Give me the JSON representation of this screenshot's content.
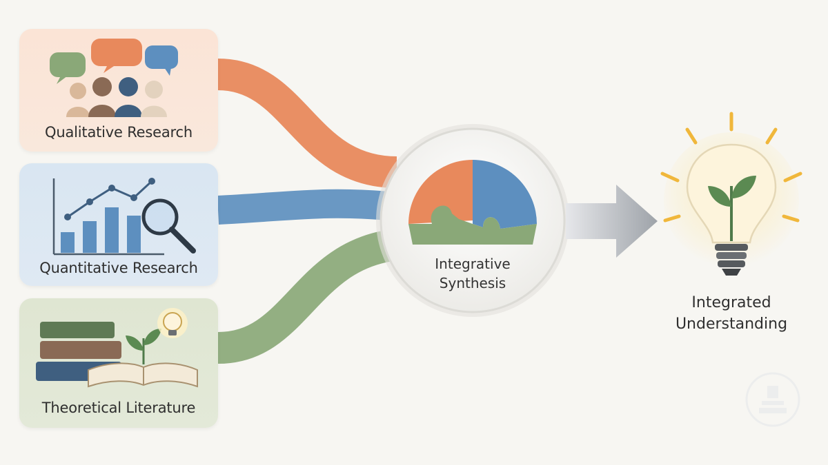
{
  "sources": {
    "qualitative": {
      "label": "Qualitative Research",
      "color": "#e8895c"
    },
    "quantitative": {
      "label": "Quantitative Research",
      "color": "#5d8fbf"
    },
    "theoretical": {
      "label": "Theoretical Literature",
      "color": "#8aa878"
    }
  },
  "hub": {
    "line1": "Integrative",
    "line2": "Synthesis"
  },
  "outcome": {
    "line1": "Integrated",
    "line2": "Understanding"
  },
  "icons": [
    "speech-bubble-icon",
    "people-icon",
    "bar-chart-icon",
    "magnifier-icon",
    "books-icon",
    "sprout-icon",
    "lightbulb-icon",
    "puzzle-icon",
    "arrow-icon"
  ]
}
